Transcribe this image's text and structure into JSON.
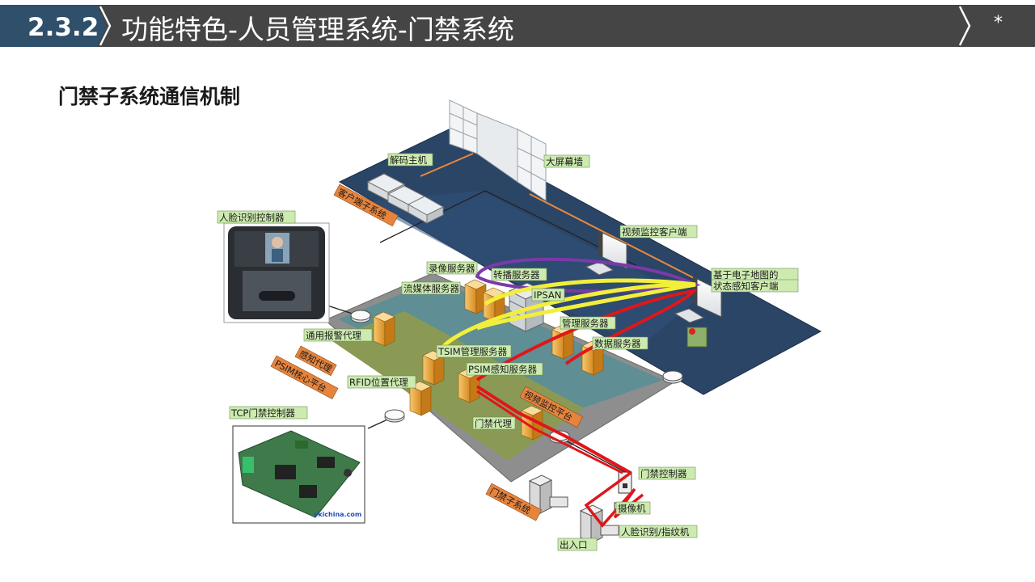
{
  "header": {
    "section_number": "2.3.2",
    "title": "功能特色-人员管理系统-门禁系统",
    "corner_mark": "*"
  },
  "subtitle": "门禁子系统通信机制",
  "photos": {
    "face_controller_caption": "人脸识别控制器",
    "tcp_controller_caption": "TCP门禁控制器",
    "board_watermark": "ykichina.com"
  },
  "labels": {
    "decoder_host": "解码主机",
    "video_wall": "大屏幕墙",
    "client_subsystem": "客户端子系统",
    "video_client": "视频监控客户端",
    "map_client_1": "基于电子地图的",
    "map_client_2": "状态感知客户端",
    "record_server": "录像服务器",
    "forward_server": "转播服务器",
    "stream_server": "流媒体服务器",
    "ipsan": "IPSAN",
    "mgmt_server": "管理服务器",
    "db_server": "数据服务器",
    "alarm_agent": "通用报警代理",
    "sense_agent": "感知代理",
    "psim_platform": "PSIM核心平台",
    "tsim_mgmt": "TSIM管理服务器",
    "psim_sense": "PSIM感知服务器",
    "rfid_agent": "RFID位置代理",
    "video_platform": "视频监控平台",
    "door_agent": "门禁代理",
    "door_controller": "门禁控制器",
    "access_subsystem": "门禁子系统",
    "camera": "摄像机",
    "face_finger": "人脸识别/指纹机",
    "entrance": "出入口"
  },
  "colors": {
    "header_bg": "#454545",
    "header_num_bg": "#2f4f6b",
    "client_plate": "#2b4566",
    "middle_plate": "#5f8e94",
    "core_plate": "#8a9a55",
    "label_bg": "#cdebb0",
    "tag_bg": "#e6843e",
    "link_purple": "#7a3aa8",
    "link_yellow": "#f2ef3a",
    "link_red": "#e0161a",
    "link_orange": "#e98a3c"
  }
}
